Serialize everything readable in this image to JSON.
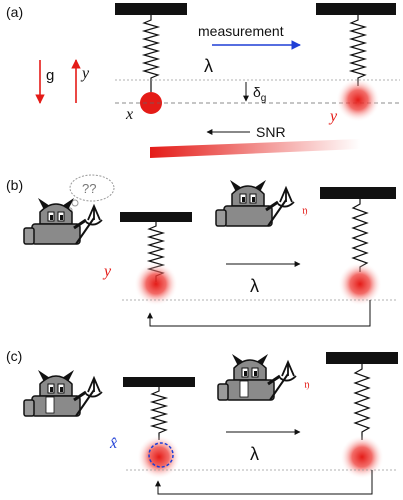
{
  "panels": {
    "a": {
      "label": "(a)",
      "g": "g",
      "y_axis": "y",
      "x": "x",
      "y": "y",
      "lambda": "λ",
      "delta_g": "δ",
      "delta_g_sub": "g",
      "measurement": "measurement",
      "snr": "SNR"
    },
    "b": {
      "label": "(b)",
      "thought": "??",
      "y": "y",
      "lambda": "λ",
      "y_demon": "𝔶"
    },
    "c": {
      "label": "(c)",
      "x_hat": "x̂",
      "lambda": "λ",
      "y_demon": "𝔶"
    }
  },
  "colors": {
    "red": "#e41b17",
    "blue": "#1f3fd6",
    "robot": "#8a8a8a",
    "bar": "#111111"
  }
}
